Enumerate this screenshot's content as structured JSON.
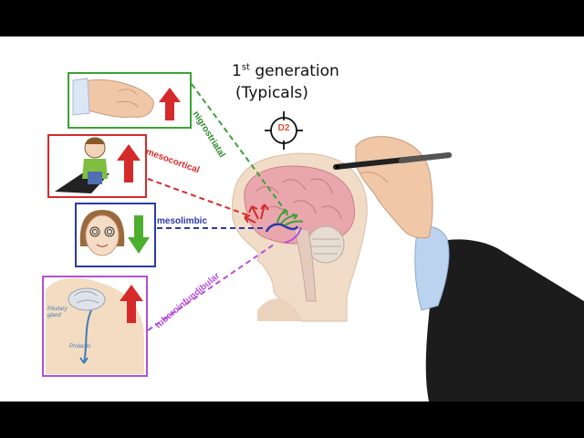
{
  "heading": {
    "line1_main": "1",
    "line1_sup": "st",
    "line1_rest": " generation",
    "line2": "(Typicals)"
  },
  "target": {
    "label": "D2"
  },
  "pathways": {
    "nigrostriatal": "nigrostriatal",
    "mesocortical": "mesocortical",
    "mesolimbic": "mesolimbic",
    "tuberoinfundibular": "tuberoinfundibular"
  },
  "pituitary": {
    "gland_label": "Pituitary gland",
    "prolactin_label": "Prolactin"
  },
  "colors": {
    "nigrostriatal": "#3aa336",
    "mesocortical": "#d62a2a",
    "mesolimbic": "#2b3aa8",
    "tuberoinfundibular": "#b54fd9",
    "arrow_up": "#d62a2a",
    "arrow_down": "#4caf2e"
  },
  "effects": [
    {
      "pathway": "nigrostriatal",
      "direction": "up",
      "icon": "tremor-hand-icon"
    },
    {
      "pathway": "mesocortical",
      "direction": "up",
      "icon": "withdrawn-child-icon"
    },
    {
      "pathway": "mesolimbic",
      "direction": "down",
      "icon": "dizzy-face-icon"
    },
    {
      "pathway": "tuberoinfundibular",
      "direction": "up",
      "icon": "pituitary-icon"
    }
  ]
}
